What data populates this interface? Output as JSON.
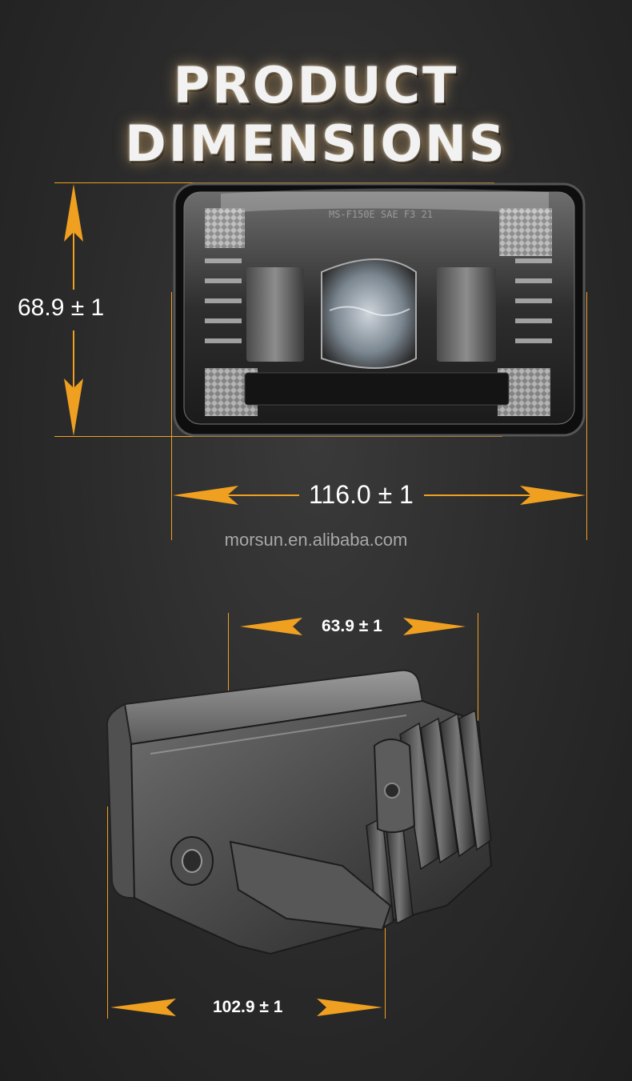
{
  "title": "PRODUCT DIMENSIONS",
  "front_view": {
    "model_marking": "MS-F150E SAE F3 21",
    "height_label": "68.9 ± 1",
    "width_label": "116.0 ± 1"
  },
  "watermark": "morsun.en.alibaba.com",
  "rear_view": {
    "depth_label": "63.9 ± 1",
    "base_width_label": "102.9 ± 1"
  },
  "colors": {
    "accent": "#f0a020",
    "background": "#2a2a2a",
    "text": "#ffffff"
  }
}
